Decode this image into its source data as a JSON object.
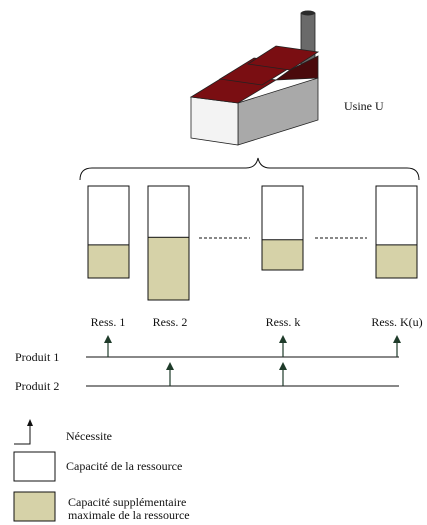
{
  "factory": {
    "label": "Usine U"
  },
  "resources": [
    {
      "label": "Ress. 1",
      "extra_fraction": 0.36
    },
    {
      "label": "Ress. 2",
      "extra_fraction": 0.55
    },
    {
      "label": "Ress. k",
      "extra_fraction": 0.36
    },
    {
      "label": "Ress. K(u)",
      "extra_fraction": 0.36
    }
  ],
  "products": [
    {
      "label": "Produit 1",
      "needs": [
        "Ress. 1",
        "Ress. k",
        "Ress. K(u)"
      ]
    },
    {
      "label": "Produit 2",
      "needs": [
        "Ress. 2",
        "Ress. k"
      ]
    }
  ],
  "legend": {
    "needs": "Nécessite",
    "capacity": "Capacité de la ressource",
    "extra_line1": "Capacité supplémentaire",
    "extra_line2": "maximale de la ressource"
  },
  "colors": {
    "roof": "#7a0e12",
    "roof_dark": "#4a0a0c",
    "wall_front": "#f3f3f3",
    "wall_side": "#a9a9a9",
    "chimney": "#6a6a6a",
    "extra_fill": "#d6d2a8",
    "arrow": "#1f3b2a"
  }
}
